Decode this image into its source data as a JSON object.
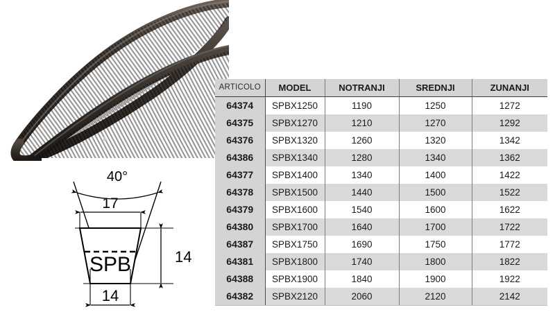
{
  "product": {
    "belt_profile_label": "SPB",
    "photo_alt_name": "cogged-v-belt-loop"
  },
  "diagram": {
    "angle_label": "40°",
    "top_width_label": "17",
    "height_label": "14",
    "bottom_width_label": "14",
    "profile_label": "SPB"
  },
  "table": {
    "headers": {
      "articolo": "ARTICOLO",
      "model": "MODEL",
      "notranji": "NOTRANJI",
      "srednji": "SREDNJI",
      "zunanji": "ZUNANJI"
    },
    "rows": [
      {
        "articolo": "64374",
        "model": "SPBX1250",
        "notranji": "1190",
        "srednji": "1250",
        "zunanji": "1272"
      },
      {
        "articolo": "64375",
        "model": "SPBX1270",
        "notranji": "1210",
        "srednji": "1270",
        "zunanji": "1292"
      },
      {
        "articolo": "64376",
        "model": "SPBX1320",
        "notranji": "1260",
        "srednji": "1320",
        "zunanji": "1342"
      },
      {
        "articolo": "64386",
        "model": "SPBX1340",
        "notranji": "1280",
        "srednji": "1340",
        "zunanji": "1362"
      },
      {
        "articolo": "64377",
        "model": "SPBX1400",
        "notranji": "1340",
        "srednji": "1400",
        "zunanji": "1422"
      },
      {
        "articolo": "64378",
        "model": "SPBX1500",
        "notranji": "1440",
        "srednji": "1500",
        "zunanji": "1522"
      },
      {
        "articolo": "64379",
        "model": "SPBX1600",
        "notranji": "1540",
        "srednji": "1600",
        "zunanji": "1622"
      },
      {
        "articolo": "64380",
        "model": "SPBX1700",
        "notranji": "1640",
        "srednji": "1700",
        "zunanji": "1722"
      },
      {
        "articolo": "64387",
        "model": "SPBX1750",
        "notranji": "1690",
        "srednji": "1750",
        "zunanji": "1772"
      },
      {
        "articolo": "64381",
        "model": "SPBX1800",
        "notranji": "1740",
        "srednji": "1800",
        "zunanji": "1822"
      },
      {
        "articolo": "64388",
        "model": "SPBX1900",
        "notranji": "1840",
        "srednji": "1900",
        "zunanji": "1922"
      },
      {
        "articolo": "64382",
        "model": "SPBX2120",
        "notranji": "2060",
        "srednji": "2120",
        "zunanji": "2142"
      }
    ]
  },
  "colors": {
    "header_bg": "#d4d4d4",
    "stripe_bg": "#d9d9d9",
    "row_bg": "#ffffff",
    "text": "#1a1a1a",
    "rule": "#7a7a7a",
    "belt_dark": "#3a3530",
    "belt_mid": "#5a524a",
    "page_bg": "#ffffff"
  }
}
